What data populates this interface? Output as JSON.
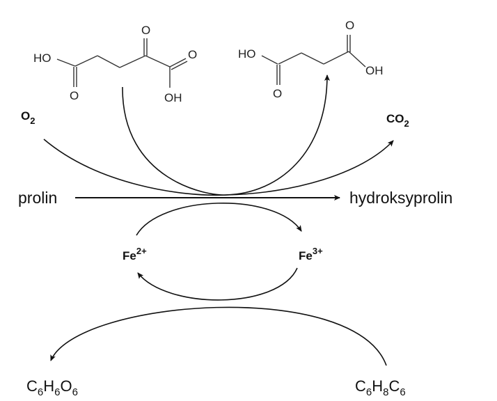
{
  "molecules": {
    "alpha_ketoglutarate": {
      "o_top": "O",
      "ho": "HO",
      "o_bottom": "O",
      "o_right": "O",
      "oh": "OH"
    },
    "succinate": {
      "ho": "HO",
      "o_top": "O",
      "o_bottom": "O",
      "oh": "OH"
    }
  },
  "reactants": {
    "oxygen": {
      "main": "O",
      "sub": "2"
    },
    "carbon_dioxide": {
      "main": "CO",
      "sub": "2"
    }
  },
  "main_reaction": {
    "substrate": "prolin",
    "product": "hydroksyprolin"
  },
  "iron_cycle": {
    "fe2": {
      "main": "Fe",
      "sup": "2+"
    },
    "fe3": {
      "main": "Fe",
      "sup": "3+"
    }
  },
  "ascorbate": {
    "product": {
      "c": "C",
      "c_sub": "6",
      "h": "H",
      "h_sub": "6",
      "o": "O",
      "o_sub": "6"
    },
    "reactant": {
      "c": "C",
      "c_sub": "6",
      "h": "H",
      "h_sub": "8",
      "o": "C",
      "o_sub": "6"
    }
  }
}
